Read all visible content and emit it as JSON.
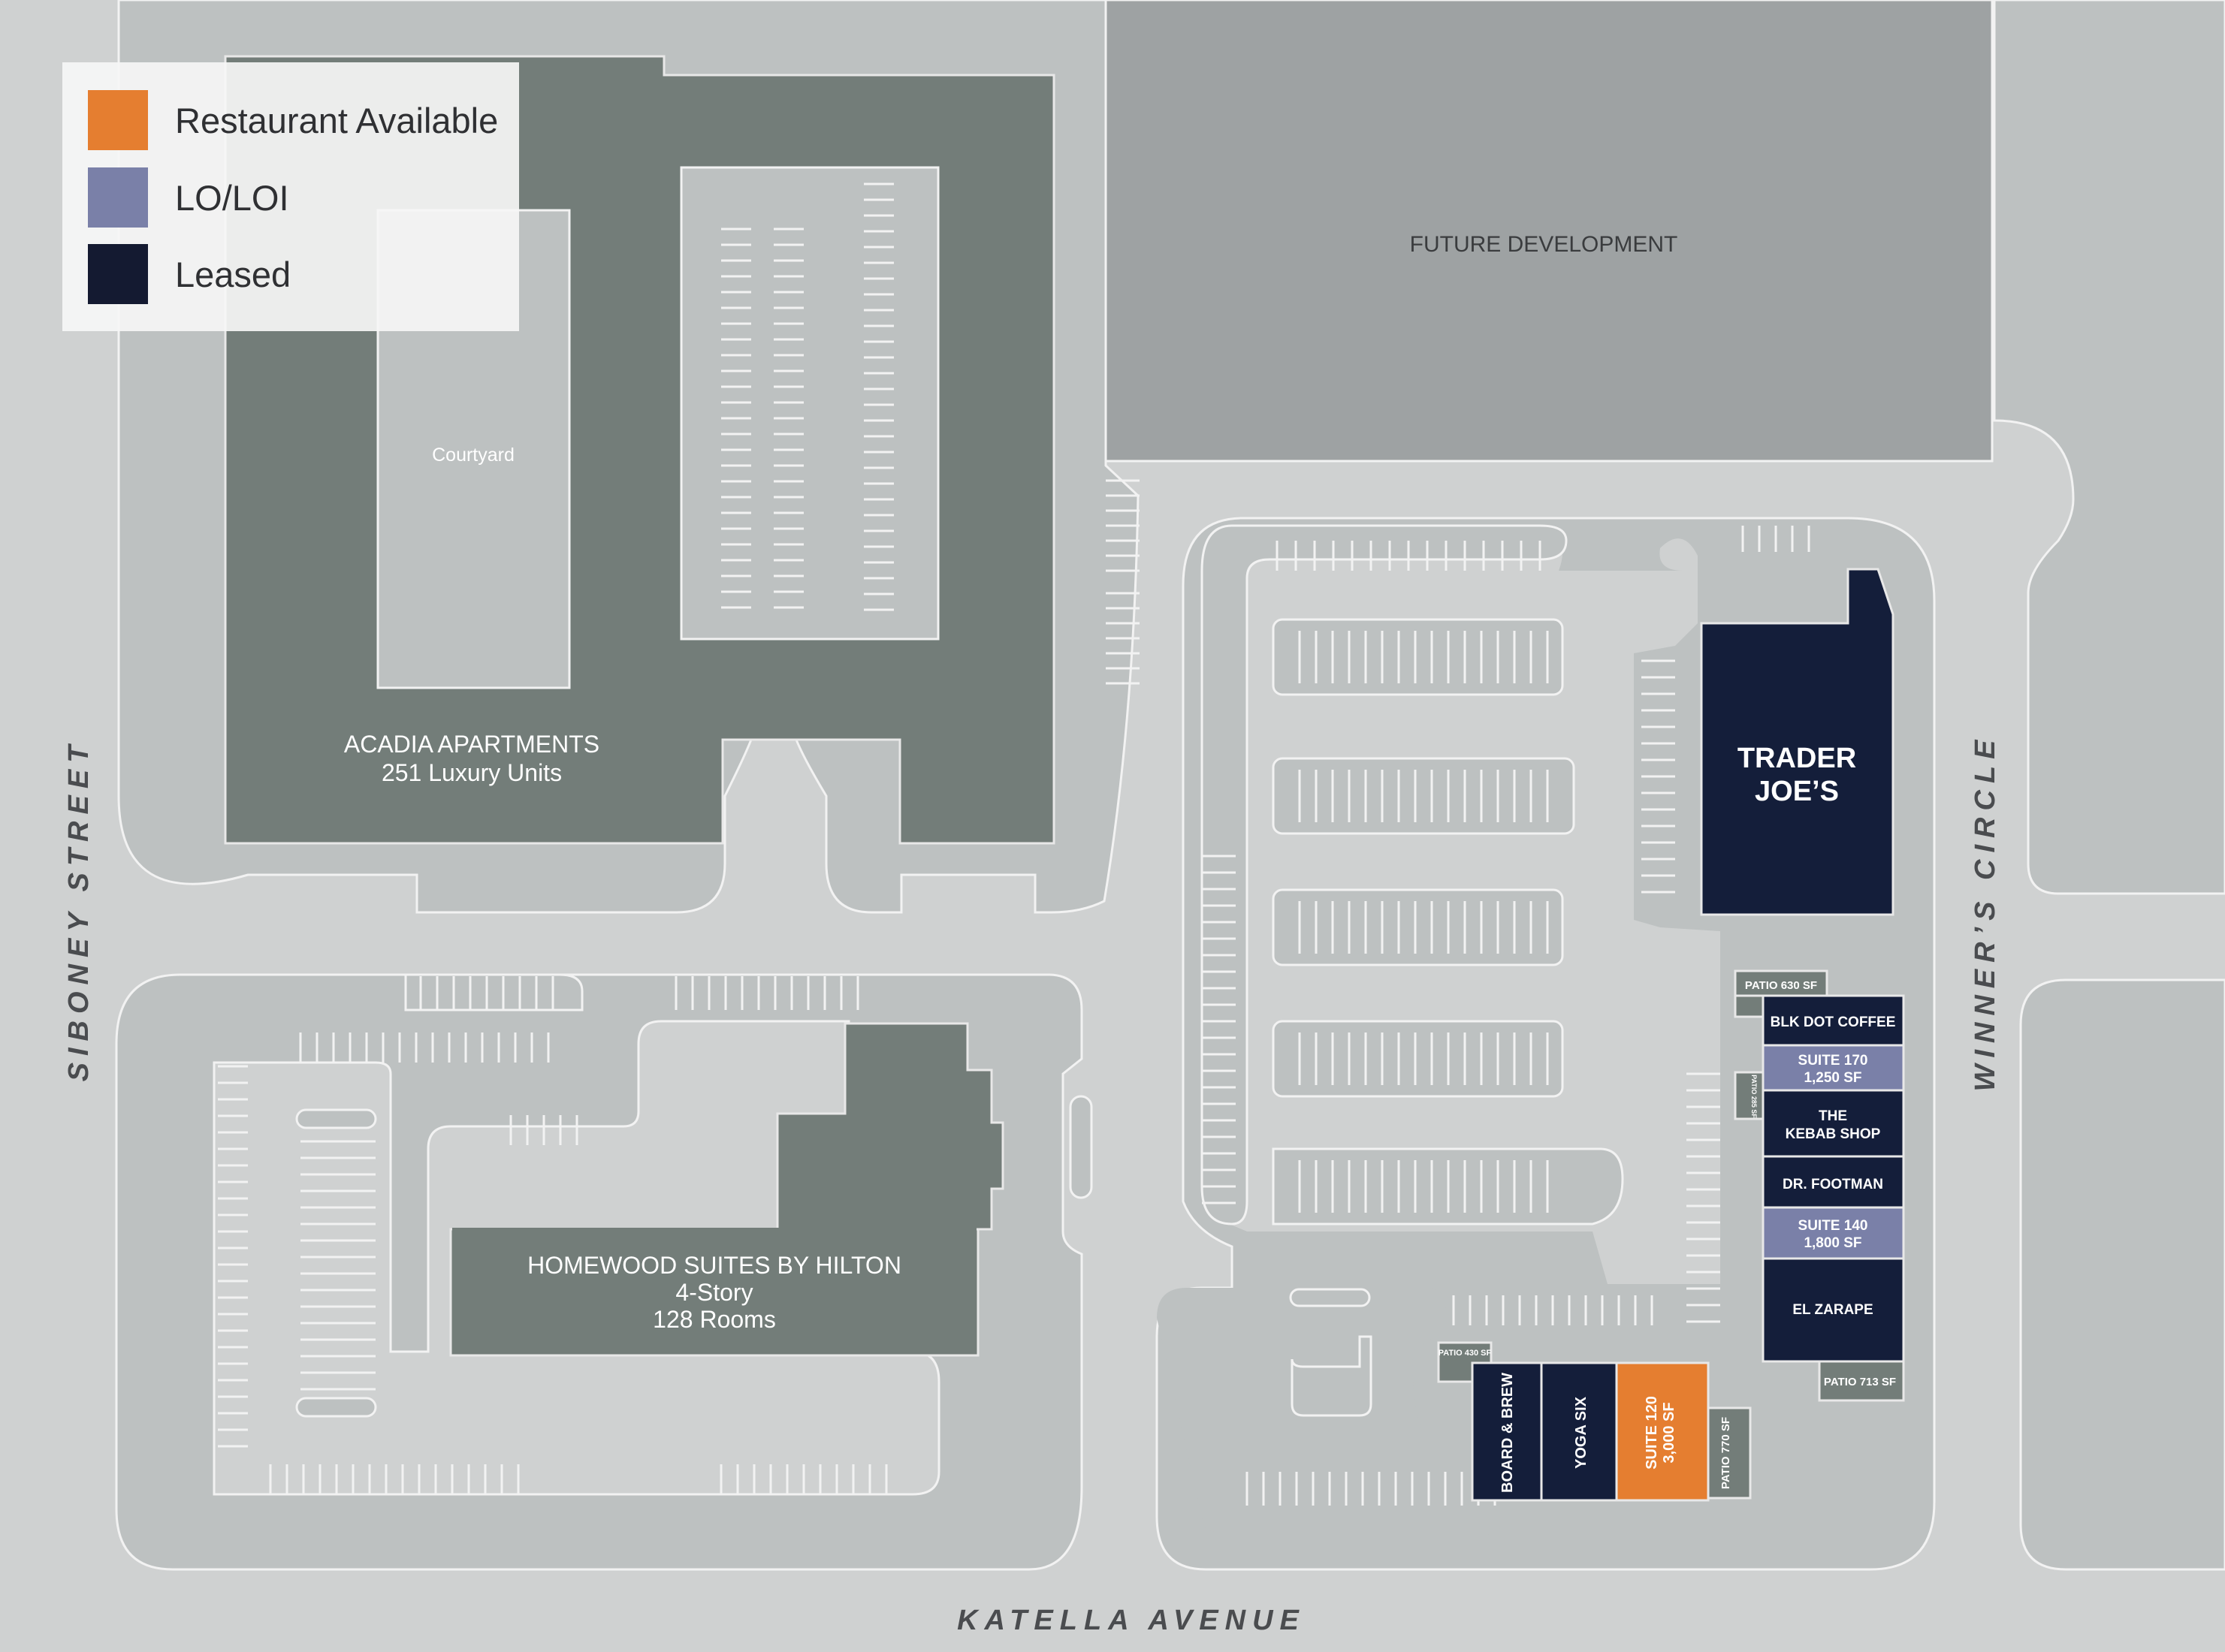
{
  "legend": {
    "items": [
      {
        "label": "Restaurant Available",
        "color": "#e57e30"
      },
      {
        "label": "LO/LOI",
        "color": "#7a80a8"
      },
      {
        "label": "Leased",
        "color": "#141a31"
      }
    ]
  },
  "streets": {
    "west": "SIBONEY STREET",
    "south": "KATELLA AVENUE",
    "east": "WINNER’S CIRCLE"
  },
  "areas": {
    "future_development": "FUTURE DEVELOPMENT",
    "courtyard": "Courtyard",
    "apartments_name": "ACADIA APARTMENTS",
    "apartments_units": "251 Luxury Units",
    "hotel_name": "HOMEWOOD SUITES BY HILTON",
    "hotel_story": "4-Story",
    "hotel_rooms": "128 Rooms"
  },
  "tenants": {
    "trader_joes_1": "TRADER",
    "trader_joes_2": "JOE’S",
    "blk_dot": "BLK DOT COFFEE",
    "suite170_1": "SUITE 170",
    "suite170_2": "1,250 SF",
    "kebab_1": "THE",
    "kebab_2": "KEBAB SHOP",
    "footman": "DR. FOOTMAN",
    "suite140_1": "SUITE 140",
    "suite140_2": "1,800 SF",
    "el_zarape": "EL ZARAPE",
    "board_brew": "BOARD & BREW",
    "yoga_six": "YOGA SIX",
    "suite120_1": "SUITE 120",
    "suite120_2": "3,000 SF"
  },
  "patios": {
    "p630": "PATIO 630 SF",
    "p285": "PATIO 285 SF",
    "p713": "PATIO 713 SF",
    "p430": "PATIO 430 SF",
    "p770": "PATIO 770 SF"
  }
}
